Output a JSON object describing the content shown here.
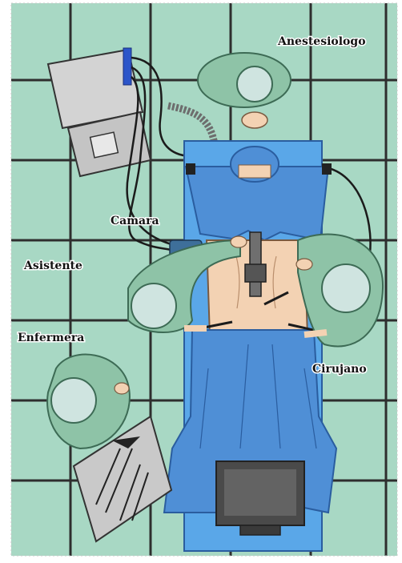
{
  "labels": {
    "anesthesiologist": "Anestesiologo",
    "camera": "Camara",
    "assistant": "Asistente",
    "nurse": "Enfermera",
    "surgeon": "Cirujano"
  },
  "colors": {
    "floor": "#a8d8c4",
    "grid": "#2e2e2e",
    "gown": "#8ec3a7",
    "gown_dark": "#5f9b7d",
    "cap": "#cfe4e0",
    "drape": "#4f8fd6",
    "drape_dark": "#2f6fbf",
    "skin": "#f3d2b3",
    "machine": "#c9c9c9",
    "monitor": "#4a4a4a"
  }
}
